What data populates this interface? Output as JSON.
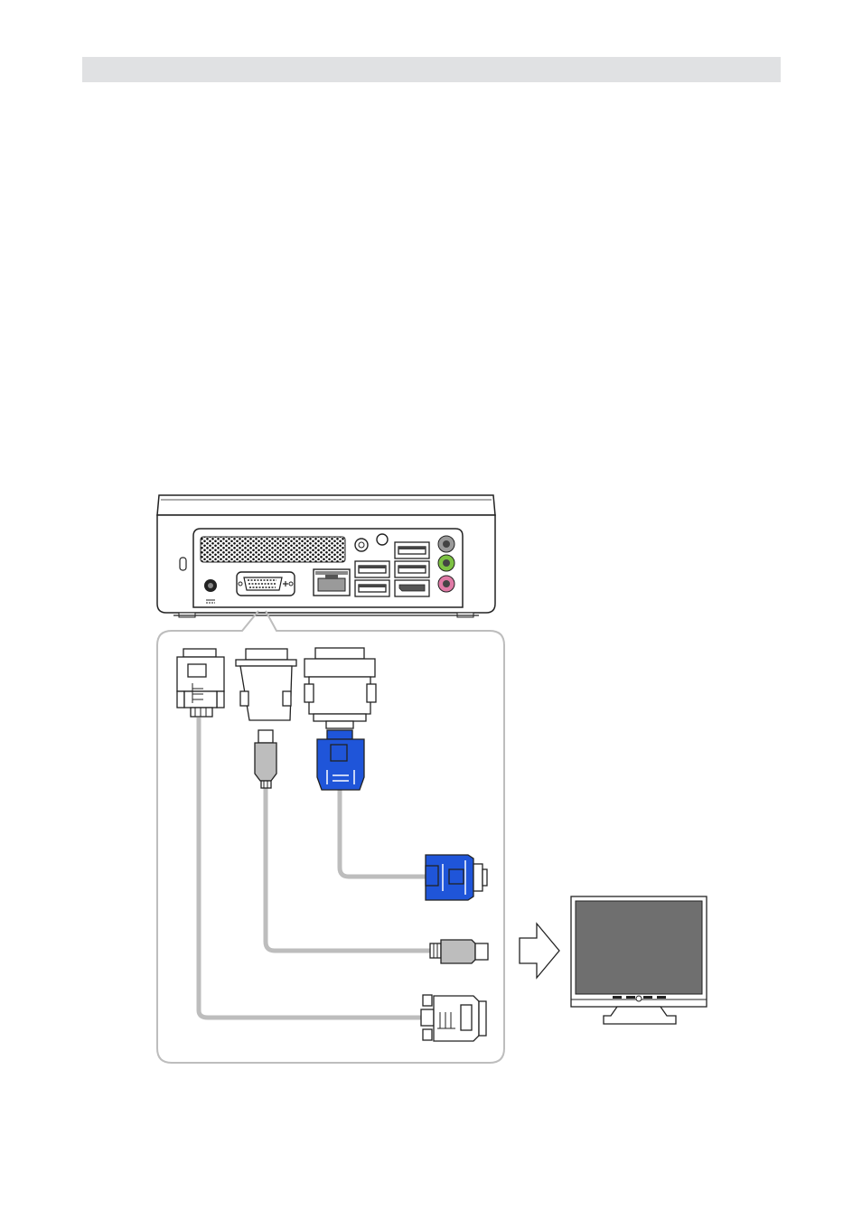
{
  "colors": {
    "header_bar": "#e0e1e3",
    "vga_blue": "#1f55d9",
    "cable_gray": "#bdbdbd",
    "screen_gray": "#6f6f6f",
    "audio_line_out": "#7dc243",
    "audio_mic_in": "#e07aa6",
    "audio_line_in": "#9a9a9a"
  },
  "icons": {
    "mini_pc": "mini-pc-back-panel",
    "dvi_to_dvi": "dvi-connector",
    "dvi_to_hdmi": "dvi-to-hdmi-adapter",
    "dvi_to_vga": "dvi-to-vga-adapter",
    "arrow": "right-arrow-icon",
    "monitor": "monitor-icon"
  }
}
